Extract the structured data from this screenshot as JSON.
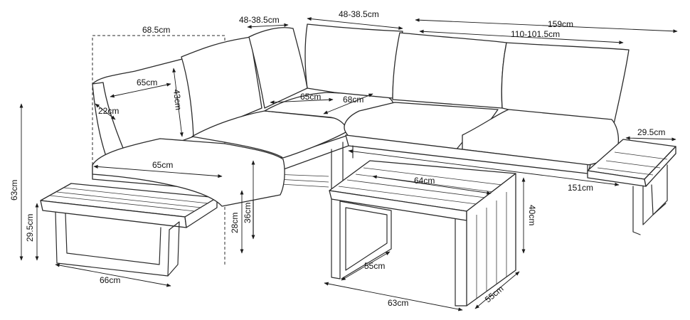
{
  "diagram": {
    "product": "corner lounge set with coffee table",
    "dimensions": {
      "d_68_5": "68.5cm",
      "d_48_38_5_a": "48-38.5cm",
      "d_48_38_5_b": "48-38.5cm",
      "d_159": "159cm",
      "d_110_101_5": "110-101.5cm",
      "d_65_back": "65cm",
      "d_43": "43cm",
      "d_22": "22cm",
      "d_65_corner": "65cm",
      "d_68": "68cm",
      "d_65_seat": "65cm",
      "d_29_5_side": "29.5cm",
      "d_151": "151cm",
      "d_64": "64cm",
      "d_63_height": "63cm",
      "d_29_5_height": "29.5cm",
      "d_28": "28cm",
      "d_36": "36cm",
      "d_40": "40cm",
      "d_55_inner": "55cm",
      "d_66": "66cm",
      "d_63_table": "63cm",
      "d_55_table": "55cm"
    }
  }
}
